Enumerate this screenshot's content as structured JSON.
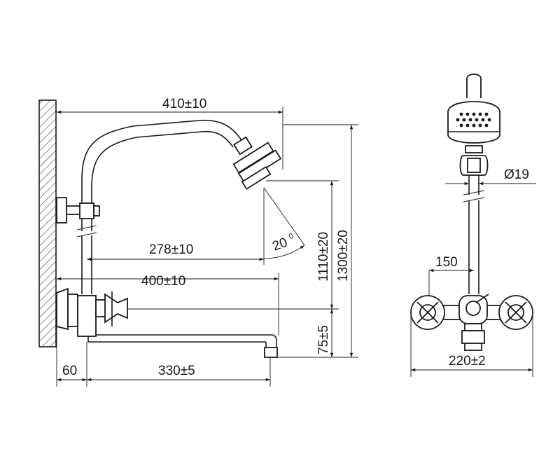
{
  "dimensions": {
    "top_width": "410±10",
    "arm_reach": "278±10",
    "spout_reach": "400±10",
    "wall_offset": "60",
    "spout_length": "330±5",
    "angle_value": "20",
    "angle_unit": "0",
    "height_head": "1110±20",
    "height_total": "1300±20",
    "outlet_height": "75±5",
    "pipe_diameter": "Ø19",
    "center_distance": "150",
    "overall_width": "220±2"
  },
  "colors": {
    "line": "#1a1a1a",
    "background": "#ffffff"
  }
}
